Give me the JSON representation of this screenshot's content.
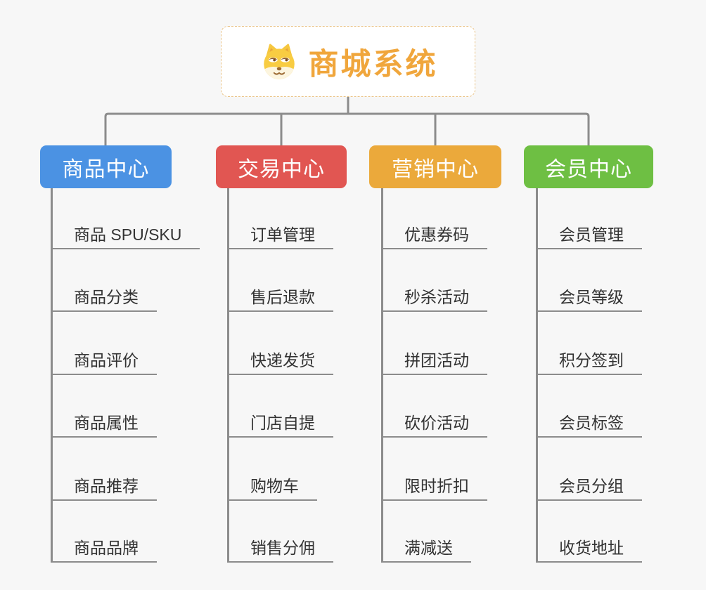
{
  "root": {
    "label": "商城系统",
    "icon": "shiba-dog-icon",
    "text_color": "#F0A63C",
    "border_color": "#EAC488"
  },
  "branches": [
    {
      "label": "商品中心",
      "color": "#4B92E3",
      "items": [
        "商品 SPU/SKU",
        "商品分类",
        "商品评价",
        "商品属性",
        "商品推荐",
        "商品品牌"
      ]
    },
    {
      "label": "交易中心",
      "color": "#E15652",
      "items": [
        "订单管理",
        "售后退款",
        "快递发货",
        "门店自提",
        "购物车",
        "销售分佣"
      ]
    },
    {
      "label": "营销中心",
      "color": "#EBA93B",
      "items": [
        "优惠券码",
        "秒杀活动",
        "拼团活动",
        "砍价活动",
        "限时折扣",
        "满减送"
      ]
    },
    {
      "label": "会员中心",
      "color": "#6EBF43",
      "items": [
        "会员管理",
        "会员等级",
        "积分签到",
        "会员标签",
        "会员分组",
        "收货地址"
      ]
    }
  ],
  "style": {
    "background": "#F7F7F7",
    "connector_color": "#8C8C8C",
    "item_text_color": "#333333",
    "pill_text_color": "#FFFFFF"
  }
}
